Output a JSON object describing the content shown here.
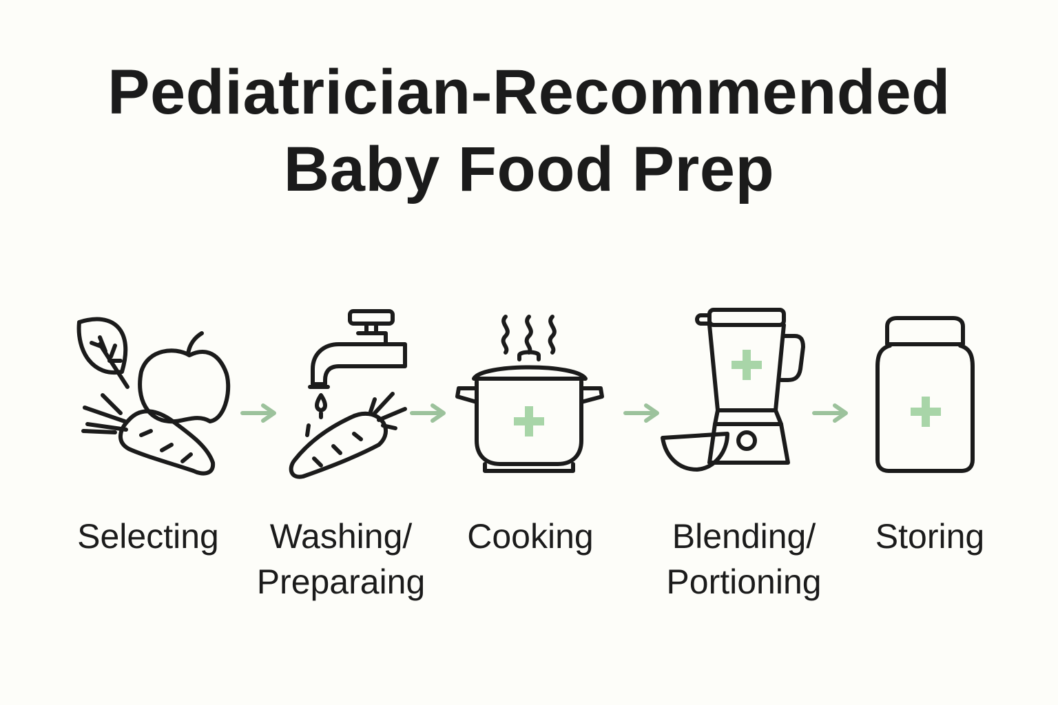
{
  "title": {
    "line1": "Pediatrician-Recommended",
    "line2": "Baby Food Prep"
  },
  "colors": {
    "stroke": "#1b1b1b",
    "accent": "#a8d5a8",
    "arrow": "#9cc29c",
    "background": "#fdfdf9"
  },
  "steps": [
    {
      "icon": "produce-icon",
      "label_lines": [
        "Selecting"
      ]
    },
    {
      "icon": "faucet-carrot-icon",
      "label_lines": [
        "Washing/",
        "Preparaing"
      ]
    },
    {
      "icon": "pot-icon",
      "label_lines": [
        "Cooking"
      ]
    },
    {
      "icon": "blender-bowl-icon",
      "label_lines": [
        "Blending/",
        "Portioning"
      ]
    },
    {
      "icon": "jar-icon",
      "label_lines": [
        "Storing"
      ]
    }
  ]
}
